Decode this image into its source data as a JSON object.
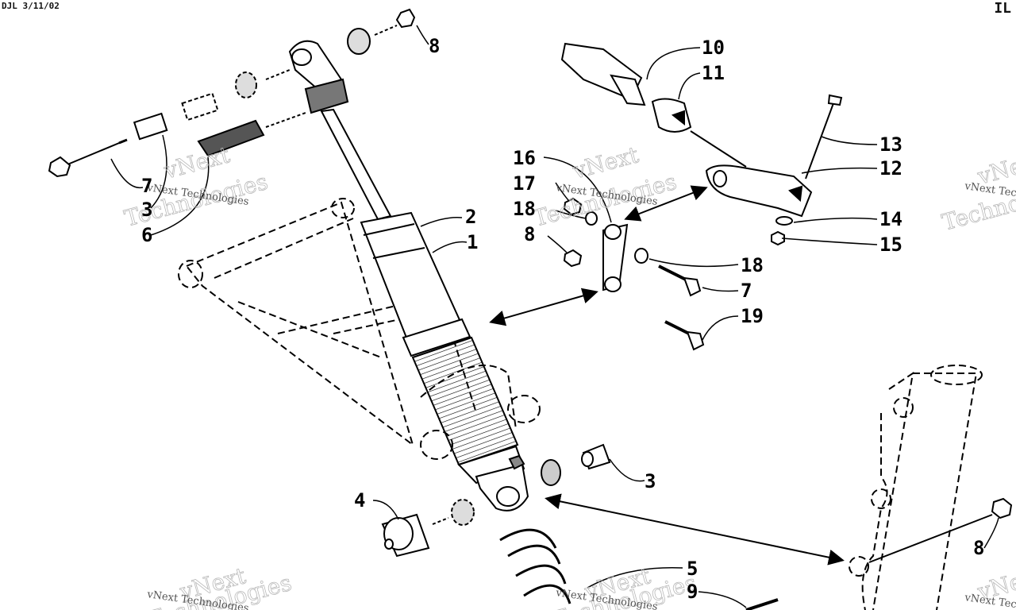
{
  "header": {
    "left": "DJL 3/11/02",
    "right": "IL"
  },
  "watermark": {
    "line1": "vNext",
    "line2": "Technologies",
    "small": "vNext Technologies"
  },
  "callouts": [
    {
      "id": "c8a",
      "text": "8"
    },
    {
      "id": "c10",
      "text": "10"
    },
    {
      "id": "c11",
      "text": "11"
    },
    {
      "id": "c13",
      "text": "13"
    },
    {
      "id": "c12",
      "text": "12"
    },
    {
      "id": "c16",
      "text": "16"
    },
    {
      "id": "c17",
      "text": "17"
    },
    {
      "id": "c18a",
      "text": "18"
    },
    {
      "id": "c8b",
      "text": "8"
    },
    {
      "id": "c2",
      "text": "2"
    },
    {
      "id": "c1",
      "text": "1"
    },
    {
      "id": "c14",
      "text": "14"
    },
    {
      "id": "c15",
      "text": "15"
    },
    {
      "id": "c18b",
      "text": "18"
    },
    {
      "id": "c7b",
      "text": "7"
    },
    {
      "id": "c19",
      "text": "19"
    },
    {
      "id": "c7a",
      "text": "7"
    },
    {
      "id": "c3a",
      "text": "3"
    },
    {
      "id": "c6",
      "text": "6"
    },
    {
      "id": "c3b",
      "text": "3"
    },
    {
      "id": "c4",
      "text": "4"
    },
    {
      "id": "c5",
      "text": "5"
    },
    {
      "id": "c9",
      "text": "9"
    },
    {
      "id": "c8c",
      "text": "8"
    }
  ]
}
